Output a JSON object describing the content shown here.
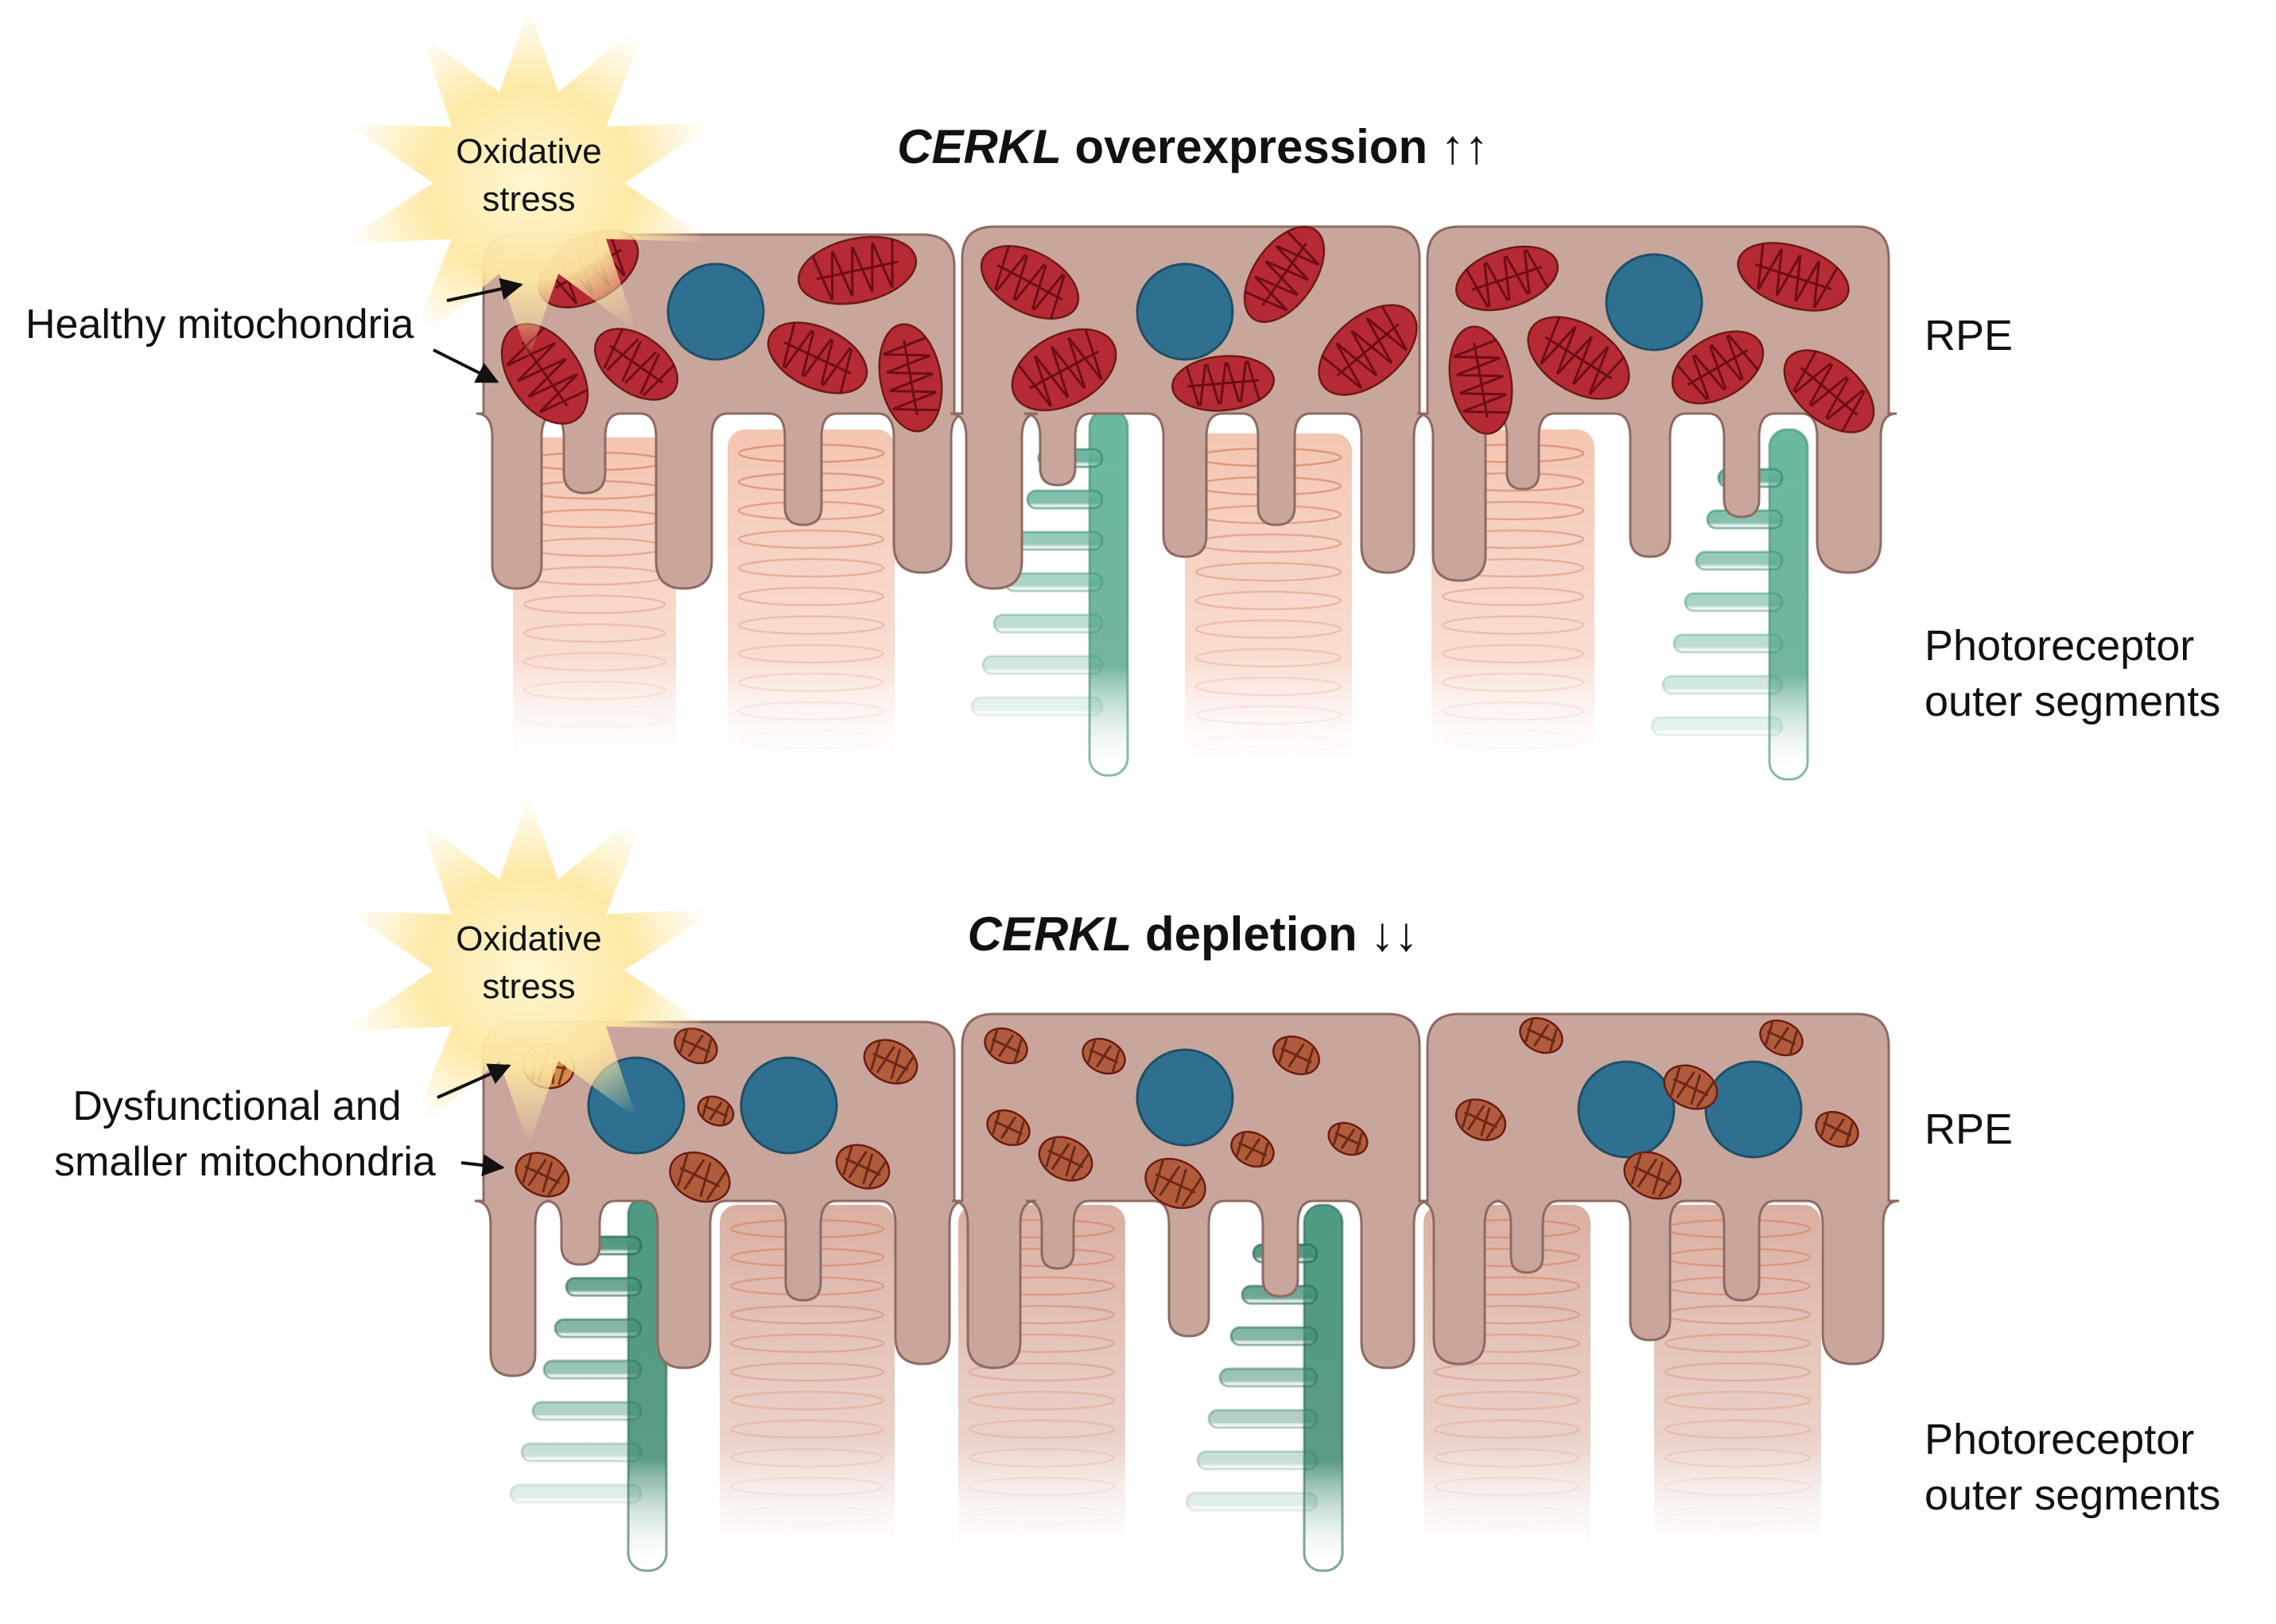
{
  "colors": {
    "rpe_fill": "#c9a69c",
    "rpe_stroke": "#8f6a62",
    "nucleus": "#2f7090",
    "mito_healthy": "#b52a35",
    "mito_healthy_cristae": "#6e0d16",
    "mito_small": "#b05c3c",
    "mito_small_cristae": "#6b2a17",
    "rod_top": "#f0b9a2",
    "rod_bottom": "#d4a899",
    "cone_top": "#5fb49a",
    "cone_bottom": "#3f8c74",
    "starburst": "#fde9a6"
  },
  "icons": {
    "starburst": "oxidative-stress-starburst-icon",
    "arrow": "pointer-arrow-icon"
  },
  "panels": [
    {
      "id": "overexpression",
      "title_gene": "CERKL",
      "title_rest": " overexpression ↑↑",
      "stress_line1": "Oxidative",
      "stress_line2": "stress",
      "callout_lines": [
        "Healthy mitochondria"
      ],
      "layer_label_rpe": "RPE",
      "layer_label_pos_line1": "Photoreceptor",
      "layer_label_pos_line2": "outer segments"
    },
    {
      "id": "depletion",
      "title_gene": "CERKL",
      "title_rest": " depletion ↓↓",
      "stress_line1": "Oxidative",
      "stress_line2": "stress",
      "callout_lines": [
        "Dysfunctional and",
        "smaller mitochondria"
      ],
      "layer_label_rpe": "RPE",
      "layer_label_pos_line1": "Photoreceptor",
      "layer_label_pos_line2": "outer segments"
    }
  ]
}
